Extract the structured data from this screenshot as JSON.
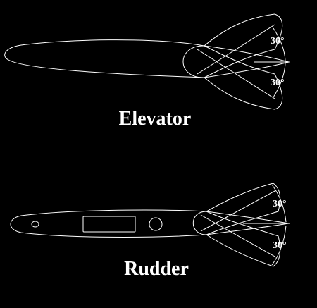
{
  "colors": {
    "background": "#000000",
    "line": "#ffffff"
  },
  "elevator": {
    "title": "Elevator",
    "angle_up": "30°",
    "angle_down": "30°",
    "deflection_degrees": 30
  },
  "rudder": {
    "title": "Rudder",
    "angle_up": "30°",
    "angle_down": "30°",
    "deflection_degrees": 30
  }
}
